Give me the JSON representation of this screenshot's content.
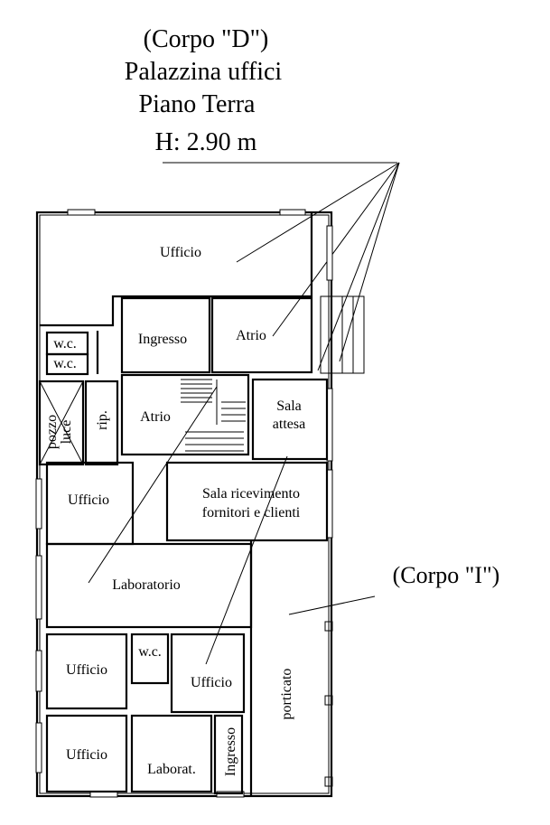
{
  "header": {
    "line1": "(Corpo \"D\")",
    "line2": "Palazzina uffici",
    "line3": "Piano Terra",
    "line4": "H: 2.90 m"
  },
  "corpo_i_label": "(Corpo \"I\")",
  "rooms": {
    "ufficio_top": "Ufficio",
    "ingresso_main": "Ingresso",
    "atrio_right": "Atrio",
    "wc_1": "w.c.",
    "wc_2": "w.c.",
    "pozzo": "pozzo",
    "luce": "luce",
    "rip": "rip.",
    "atrio_center": "Atrio",
    "sala_attesa_1": "Sala",
    "sala_attesa_2": "attesa",
    "ufficio_mid": "Ufficio",
    "sala_ric_1": "Sala ricevimento",
    "sala_ric_2": "fornitori e clienti",
    "laboratorio": "Laboratorio",
    "ufficio_low_left": "Ufficio",
    "wc_low": "w.c.",
    "ufficio_low_center": "Ufficio",
    "ufficio_bottom_left": "Ufficio",
    "laborat": "Laborat.",
    "ingresso_bottom": "Ingresso",
    "porticato": "porticato"
  }
}
